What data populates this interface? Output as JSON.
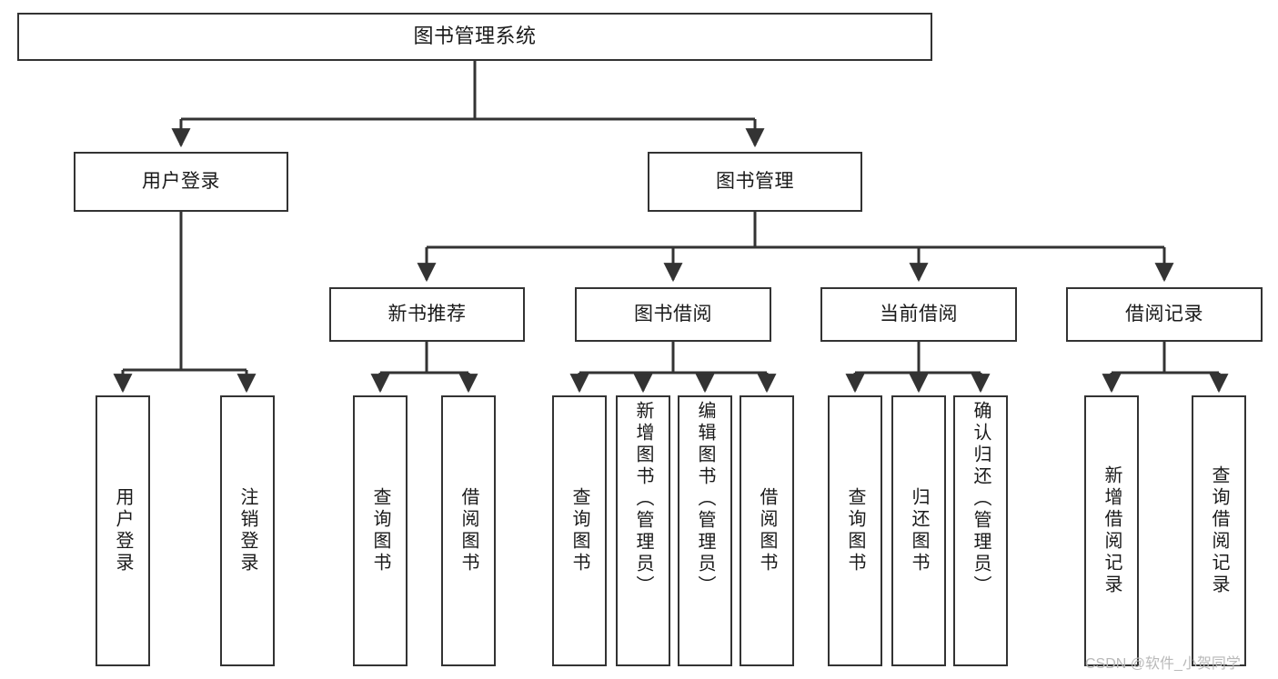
{
  "diagram": {
    "type": "tree-hierarchy",
    "title": "图书管理系统",
    "root": {
      "label": "图书管理系统"
    },
    "level2": [
      {
        "label": "用户登录"
      },
      {
        "label": "图书管理"
      }
    ],
    "level3": [
      {
        "label": "新书推荐"
      },
      {
        "label": "图书借阅"
      },
      {
        "label": "当前借阅"
      },
      {
        "label": "借阅记录"
      }
    ],
    "leaves": {
      "user_login": [
        {
          "label": "用户登录"
        },
        {
          "label": "注销登录"
        }
      ],
      "new_book_recommend": [
        {
          "label": "查询图书"
        },
        {
          "label": "借阅图书"
        }
      ],
      "book_borrow": [
        {
          "label": "查询图书"
        },
        {
          "label": "新增图书（管理员）"
        },
        {
          "label": "编辑图书（管理员）"
        },
        {
          "label": "借阅图书"
        }
      ],
      "current_borrow": [
        {
          "label": "查询图书"
        },
        {
          "label": "归还图书"
        },
        {
          "label": "确认归还（管理员）"
        }
      ],
      "borrow_record": [
        {
          "label": "新增借阅记录"
        },
        {
          "label": "查询借阅记录"
        }
      ]
    }
  },
  "watermark": {
    "text": "CSDN @软件_小贺同学"
  },
  "colors": {
    "stroke": "#333333",
    "fill": "#ffffff",
    "text": "#1a1a1a",
    "watermark": "#b9b9b9"
  }
}
